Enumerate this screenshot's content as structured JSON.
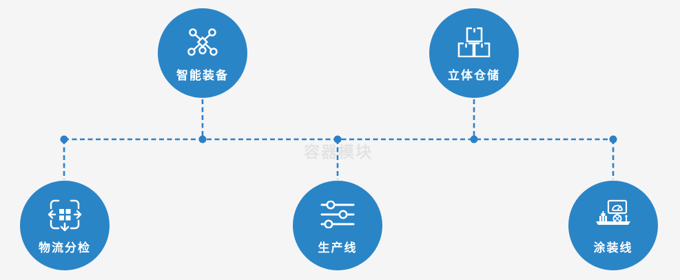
{
  "watermark": "容器模块",
  "colors": {
    "background": "#f5f5f5",
    "node_fill": "#2a85c7",
    "connector": "#2b80c8",
    "label_text": "#ffffff",
    "watermark_text": "#e3e3e3"
  },
  "nodes": [
    {
      "label": "智能装备",
      "icon": "network-nodes-icon"
    },
    {
      "label": "立体仓储",
      "icon": "stacked-boxes-icon"
    },
    {
      "label": "物流分检",
      "icon": "sorting-crossarrows-icon"
    },
    {
      "label": "生产线",
      "icon": "sliders-icon"
    },
    {
      "label": "涂装线",
      "icon": "control-station-icon"
    }
  ]
}
